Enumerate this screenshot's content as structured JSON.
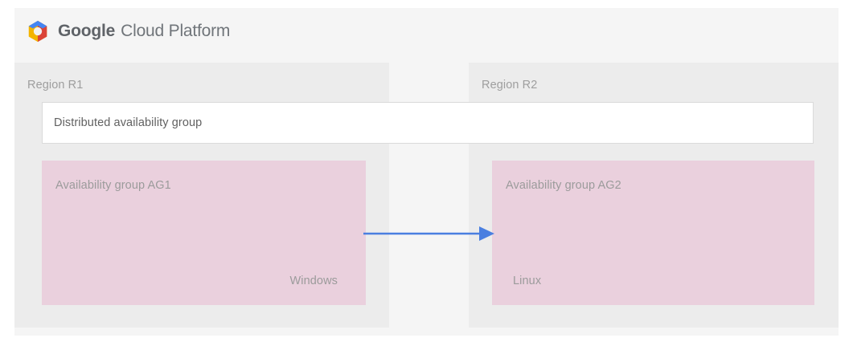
{
  "header": {
    "logo_icon": "google-cloud-platform-hexagon-logo",
    "brand_primary": "Google",
    "brand_secondary": "Cloud Platform",
    "logo_colors": {
      "blue": "#4285f4",
      "red": "#db4437",
      "yellow": "#f4b400",
      "center": "#f1f1f1"
    }
  },
  "diagram": {
    "distributed_group": {
      "label": "Distributed availability group"
    },
    "regions": [
      {
        "label": "Region R1",
        "availability_group": {
          "title": "Availability group AG1",
          "os": "Windows"
        }
      },
      {
        "label": "Region R2",
        "availability_group": {
          "title": "Availability group AG2",
          "os": "Linux"
        }
      }
    ],
    "connector": {
      "icon": "right-arrow-icon",
      "direction": "left-to-right",
      "from": "Availability group AG1",
      "to": "Availability group AG2",
      "color": "#4a7fe0"
    },
    "colors": {
      "page_background": "#ffffff",
      "canvas_background": "#f5f5f5",
      "region_background": "#ececec",
      "availability_group_background": "#ead0dd",
      "distributed_group_background": "#ffffff",
      "distributed_group_border": "#dadada",
      "label_text": "#9b9b9b",
      "body_text": "#616161"
    }
  }
}
